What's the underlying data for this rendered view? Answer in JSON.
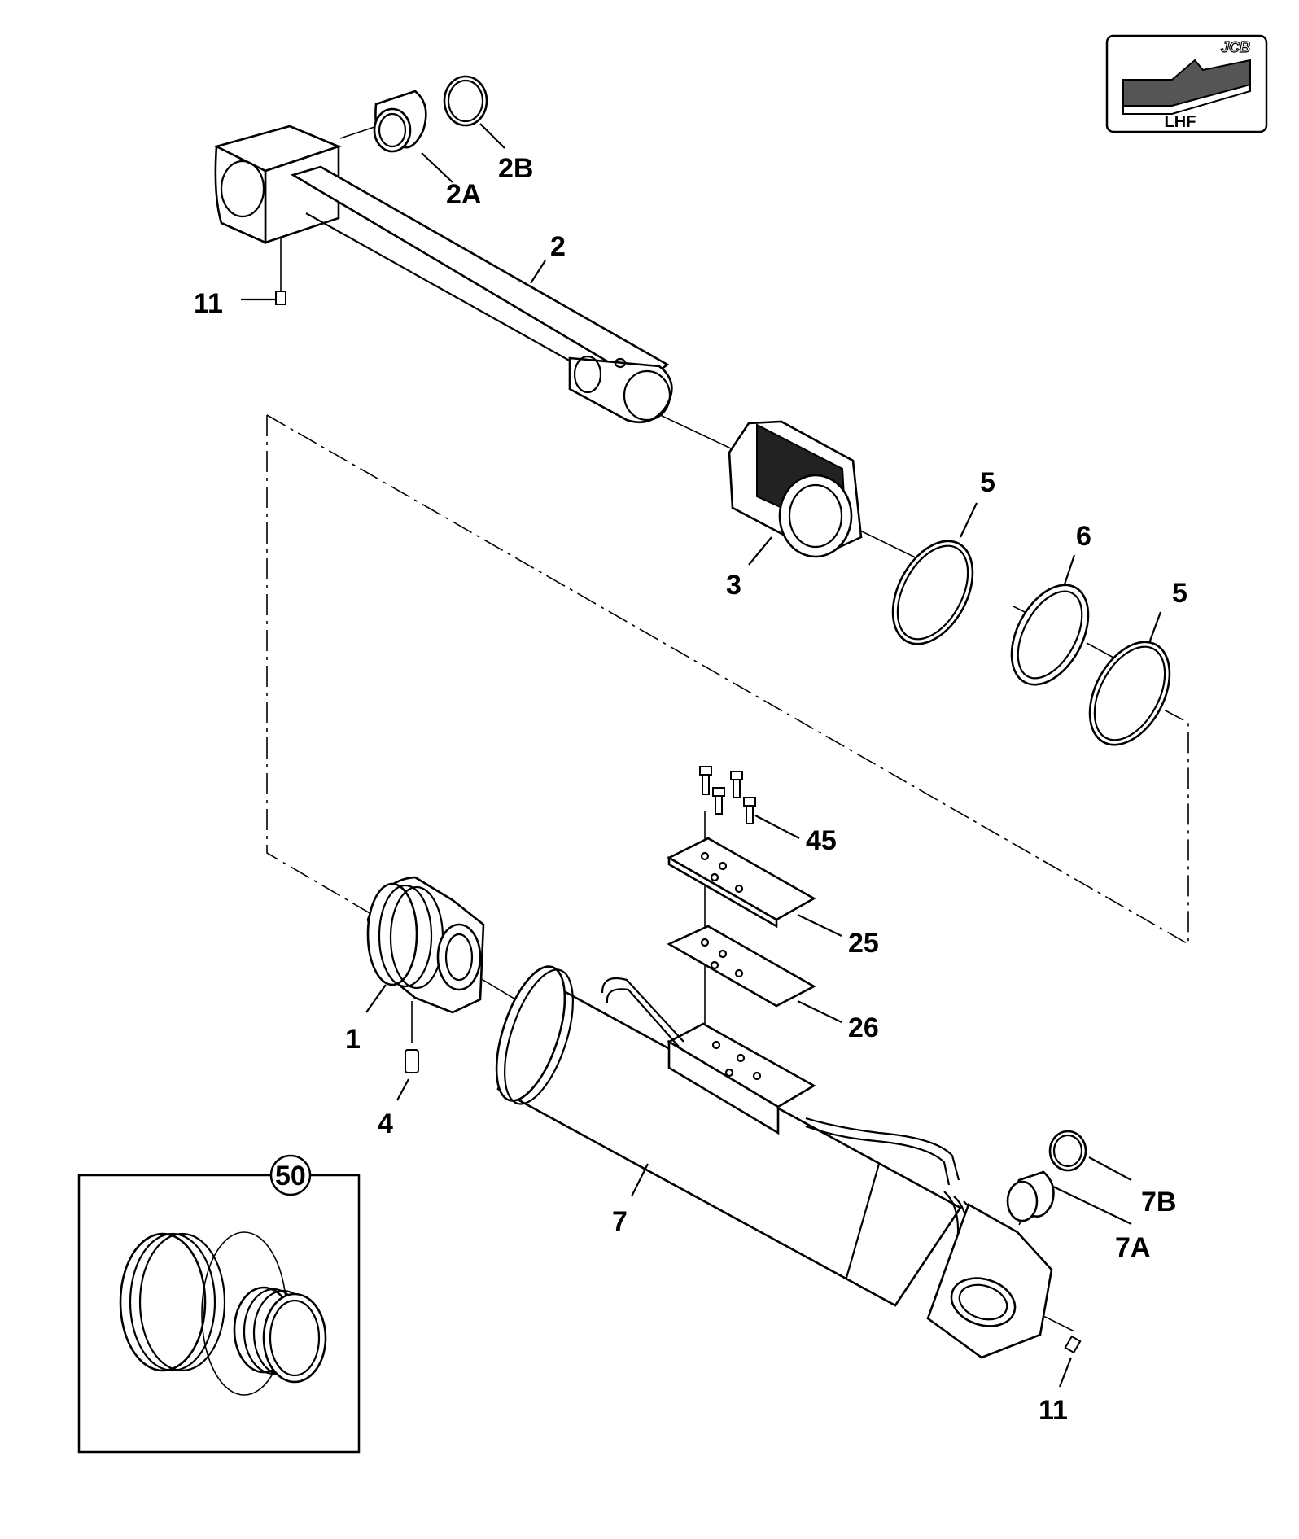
{
  "badge": {
    "brand": "JCB",
    "side": "LHF"
  },
  "callouts": {
    "c2": "2",
    "c2a": "2A",
    "c2b": "2B",
    "c11_top": "11",
    "c3": "3",
    "c5_left": "5",
    "c6": "6",
    "c5_right": "5",
    "c45": "45",
    "c25": "25",
    "c26": "26",
    "c1": "1",
    "c4": "4",
    "c7": "7",
    "c7a": "7A",
    "c7b": "7B",
    "c11_bottom": "11",
    "c50": "50"
  }
}
